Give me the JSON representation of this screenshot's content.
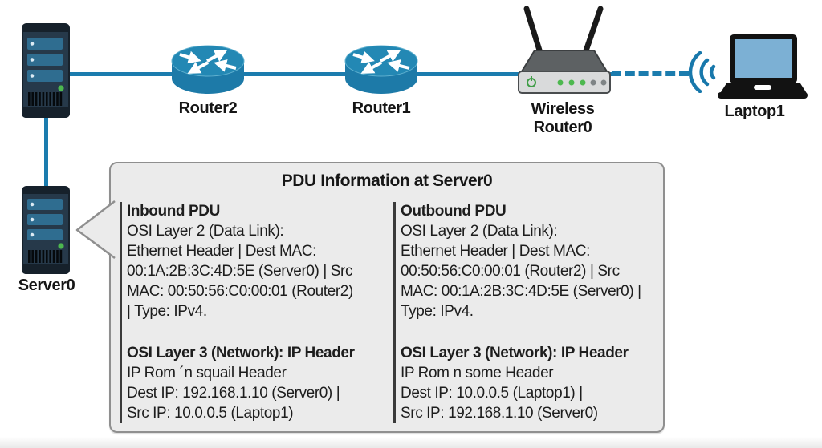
{
  "colors": {
    "link_teal": "#1b7cae",
    "router_body": "#1d7aa8",
    "router_top": "#2388b4",
    "led_green": "#4db84f",
    "laptop_screen": "#7cb0d4",
    "callout_bg": "#ebebeb",
    "callout_border": "#8f8f8f",
    "text": "#1c1c1c"
  },
  "nodes": {
    "router2": {
      "label": "Router2"
    },
    "router1": {
      "label": "Router1"
    },
    "wireless_router0": {
      "label": "Wireless\nRouter0"
    },
    "laptop1": {
      "label": "Laptop1"
    },
    "server0": {
      "label": "Server0"
    }
  },
  "callout": {
    "title": "PDU Information at Server0",
    "inbound": {
      "heading": "Inbound PDU",
      "l2": [
        "OSI Layer 2 (Data Link):",
        "Ethernet Header | Dest MAC:",
        "00:1A:2B:3C:4D:5E (Server0) | Src",
        "MAC: 00:50:56:C0:00:01 (Router2)",
        "| Type: IPv4."
      ],
      "l3_heading": "OSI Layer 3 (Network): IP Header",
      "l3": [
        "IP Rom ´n squail Header",
        "Dest IP: 192.168.1.10 (Server0) |",
        "Src IP: 10.0.0.5 (Laptop1)"
      ]
    },
    "outbound": {
      "heading": "Outbound PDU",
      "l2": [
        "OSI Layer 2 (Data Link):",
        "Ethernet Header | Dest MAC:",
        "00:50:56:C0:00:01 (Router2) | Src",
        "MAC: 00:1A:2B:3C:4D:5E (Server0) |",
        "Type: IPv4."
      ],
      "l3_heading": "OSI Layer 3 (Network): IP Header",
      "l3": [
        "IP Rom n some Header",
        "Dest IP: 10.0.0.5 (Laptop1) |",
        "Src IP: 192.168.1.10 (Server0)"
      ]
    }
  }
}
